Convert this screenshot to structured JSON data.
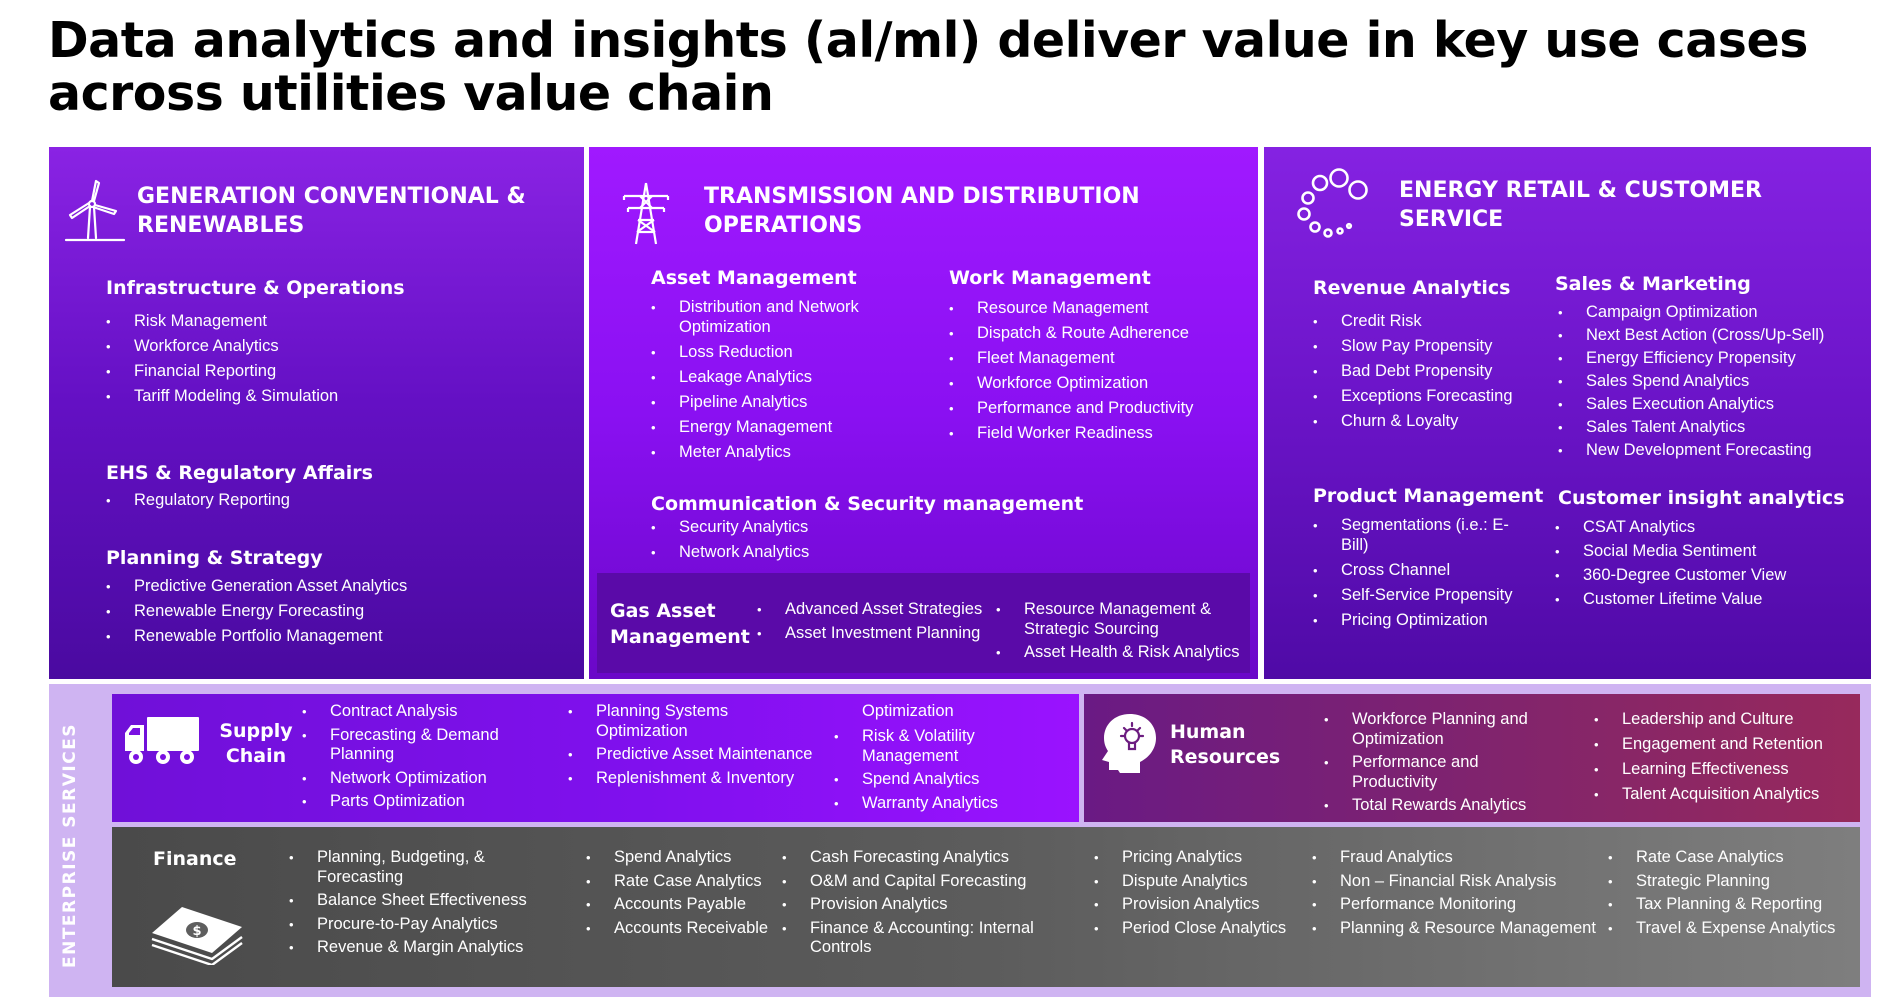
{
  "title": "Data analytics and insights (al/ml) deliver value in key use cases across utilities value chain",
  "generation": {
    "title": "GENERATION CONVENTIONAL & RENEWABLES",
    "icon": "wind-turbine-icon",
    "infrastructure": {
      "label": "Infrastructure & Operations",
      "items": [
        "Risk Management",
        "Workforce Analytics",
        "Financial Reporting",
        "Tariff Modeling & Simulation"
      ]
    },
    "ehs": {
      "label": "EHS & Regulatory Affairs",
      "items": [
        "Regulatory Reporting"
      ]
    },
    "planning": {
      "label": "Planning & Strategy",
      "items": [
        "Predictive Generation Asset Analytics",
        "Renewable Energy Forecasting",
        "Renewable Portfolio Management"
      ]
    }
  },
  "transmission": {
    "title": "TRANSMISSION AND DISTRIBUTION OPERATIONS",
    "icon": "power-tower-icon",
    "asset": {
      "label": "Asset Management",
      "items": [
        "Distribution and Network Optimization",
        "Loss Reduction",
        "Leakage Analytics",
        "Pipeline Analytics",
        "Energy Management",
        "Meter Analytics"
      ]
    },
    "work": {
      "label": "Work Management",
      "items": [
        "Resource Management",
        "Dispatch & Route Adherence",
        "Fleet Management",
        "Workforce Optimization",
        "Performance and Productivity",
        "Field Worker Readiness"
      ]
    },
    "comm": {
      "label": "Communication & Security management",
      "items": [
        "Security Analytics",
        "Network Analytics"
      ]
    },
    "gas": {
      "label": "Gas Asset Management",
      "col1": [
        "Advanced Asset Strategies",
        "Asset Investment Planning"
      ],
      "col2": [
        "Resource Management & Strategic Sourcing",
        "Asset Health & Risk Analytics"
      ]
    }
  },
  "retail": {
    "title": "ENERGY RETAIL & CUSTOMER SERVICE",
    "icon": "bubbles-icon",
    "revenue": {
      "label": "Revenue Analytics",
      "items": [
        "Credit Risk",
        "Slow Pay Propensity",
        "Bad Debt Propensity",
        "Exceptions Forecasting",
        "Churn & Loyalty"
      ]
    },
    "sales": {
      "label": "Sales & Marketing",
      "items": [
        "Campaign Optimization",
        "Next Best Action (Cross/Up-Sell)",
        "Energy Efficiency Propensity",
        "Sales Spend Analytics",
        "Sales Execution Analytics",
        "Sales Talent Analytics",
        "New Development Forecasting"
      ]
    },
    "product": {
      "label": "Product Management",
      "items": [
        "Segmentations (i.e.: E-Bill)",
        "Cross Channel",
        "Self-Service Propensity",
        "Pricing Optimization"
      ]
    },
    "customer": {
      "label": "Customer insight analytics",
      "items": [
        "CSAT Analytics",
        "Social Media Sentiment",
        "360-Degree Customer View",
        "Customer Lifetime Value"
      ]
    }
  },
  "enterprise": {
    "label": "ENTERPRISE SERVICES",
    "supply": {
      "label": "Supply Chain",
      "icon": "truck-icon",
      "col1": [
        "Contract Analysis",
        "Forecasting & Demand Planning",
        "Network Optimization",
        "Parts Optimization"
      ],
      "col2": [
        "Planning Systems Optimization",
        "Predictive Asset Maintenance",
        "Replenishment & Inventory"
      ],
      "col3_lead": "Optimization",
      "col3": [
        "Risk & Volatility Management",
        "Spend Analytics",
        "Warranty Analytics"
      ]
    },
    "hr": {
      "label": "Human Resources",
      "icon": "head-lightbulb-icon",
      "col1": [
        "Workforce Planning and Optimization",
        "Performance and Productivity",
        "Total Rewards Analytics"
      ],
      "col2": [
        "Leadership and Culture",
        "Engagement and Retention",
        "Learning Effectiveness",
        "Talent Acquisition Analytics"
      ]
    },
    "finance": {
      "label": "Finance",
      "icon": "money-stack-icon",
      "col1": [
        "Planning, Budgeting, & Forecasting",
        "Balance Sheet Effectiveness",
        "Procure-to-Pay Analytics",
        "Revenue &  Margin Analytics"
      ],
      "col2": [
        "Spend Analytics",
        "Rate Case Analytics",
        "Accounts Payable",
        "Accounts Receivable"
      ],
      "col3": [
        "Cash Forecasting Analytics",
        "O&M and Capital Forecasting",
        "Provision Analytics",
        "Finance & Accounting:  Internal Controls"
      ],
      "col4": [
        "Pricing Analytics",
        "Dispute Analytics",
        "Provision Analytics",
        "Period Close Analytics"
      ],
      "col5": [
        "Fraud Analytics",
        "Non – Financial Risk Analysis",
        "Performance Monitoring",
        "Planning & Resource Management"
      ],
      "col6": [
        "Rate Case Analytics",
        "Strategic Planning",
        "Tax Planning & Reporting",
        "Travel & Expense Analytics"
      ]
    }
  }
}
